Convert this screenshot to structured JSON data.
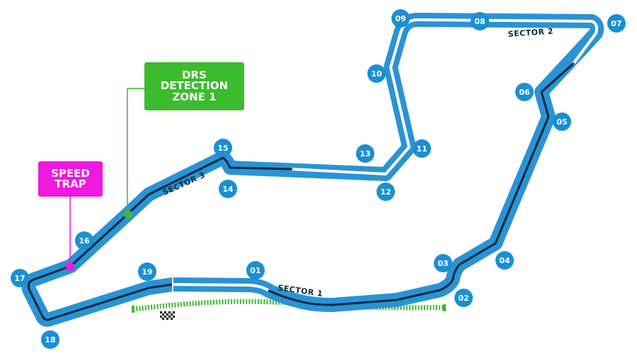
{
  "map": {
    "colors": {
      "track_outer": "#2a93d5",
      "track_white": "#ffffff",
      "track_dark": "#0b2a3a",
      "turn_marker": "#1a8fd4",
      "drs": "#3dbb2f",
      "speed_trap": "#f019e0",
      "pit_lane": "#3dbb2f"
    },
    "turns": [
      {
        "id": "t01",
        "label": "01"
      },
      {
        "id": "t02",
        "label": "02"
      },
      {
        "id": "t03",
        "label": "03"
      },
      {
        "id": "t04",
        "label": "04"
      },
      {
        "id": "t05",
        "label": "05"
      },
      {
        "id": "t06",
        "label": "06"
      },
      {
        "id": "t07",
        "label": "07"
      },
      {
        "id": "t08",
        "label": "08"
      },
      {
        "id": "t09",
        "label": "09"
      },
      {
        "id": "t10",
        "label": "10"
      },
      {
        "id": "t11",
        "label": "11"
      },
      {
        "id": "t12",
        "label": "12"
      },
      {
        "id": "t13",
        "label": "13"
      },
      {
        "id": "t14",
        "label": "14"
      },
      {
        "id": "t15",
        "label": "15"
      },
      {
        "id": "t16",
        "label": "16"
      },
      {
        "id": "t17",
        "label": "17"
      },
      {
        "id": "t18",
        "label": "18"
      },
      {
        "id": "t19",
        "label": "19"
      }
    ],
    "sectors": [
      {
        "id": "s1",
        "label": "SECTOR 1"
      },
      {
        "id": "s2",
        "label": "SECTOR 2"
      },
      {
        "id": "s3",
        "label": "SECTOR 3"
      }
    ],
    "drs_detection": {
      "lines": [
        "DRS",
        "DETECTION",
        "ZONE 1"
      ]
    },
    "speed_trap": {
      "lines": [
        "SPEED",
        "TRAP"
      ]
    },
    "start_finish_icon": "chequered-flag-icon"
  }
}
